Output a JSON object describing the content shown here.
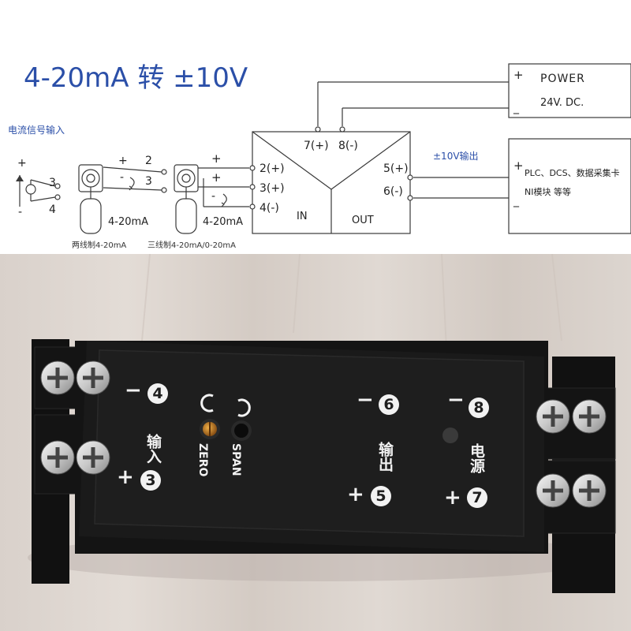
{
  "diagram": {
    "title": "4-20mA 转 ±10V",
    "input_section_label": "电流信号输入",
    "output_section_label": "±10V输出",
    "source": {
      "plus": "+",
      "minus": "-",
      "pin_a": "3",
      "pin_b": "4"
    },
    "two_wire": {
      "plus": "+",
      "minus": "-",
      "pin_a": "2",
      "pin_b": "3",
      "range": "4-20mA",
      "caption": "两线制4-20mA"
    },
    "three_wire": {
      "plus": "+",
      "minus": "-",
      "range": "4-20mA",
      "caption": "三线制4-20mA/0-20mA"
    },
    "module": {
      "pins_in": [
        "2(+)",
        "3(+)",
        "4(-)"
      ],
      "pins_out": [
        "5(+)",
        "6(-)"
      ],
      "pins_power": [
        "7(+)",
        "8(-)"
      ],
      "in_label": "IN",
      "out_label": "OUT"
    },
    "power": {
      "plus": "+",
      "minus": "_",
      "title": "POWER",
      "voltage": "24V. DC."
    },
    "load": {
      "plus": "+",
      "minus": "_",
      "line1": "PLC、DCS、数据采集卡",
      "line2": "NI模块  等等"
    }
  },
  "device": {
    "left_top": {
      "sign": "−",
      "num": "4",
      "label": "输入"
    },
    "left_bottom": {
      "sign": "+",
      "num": "3"
    },
    "zero": "ZERO",
    "span": "SPAN",
    "mid_top": {
      "sign": "−",
      "num": "6",
      "label": "输出"
    },
    "mid_bottom": {
      "sign": "+",
      "num": "5"
    },
    "right_top": {
      "sign": "−",
      "num": "8",
      "label": "电源"
    },
    "right_bottom": {
      "sign": "+",
      "num": "7"
    }
  }
}
